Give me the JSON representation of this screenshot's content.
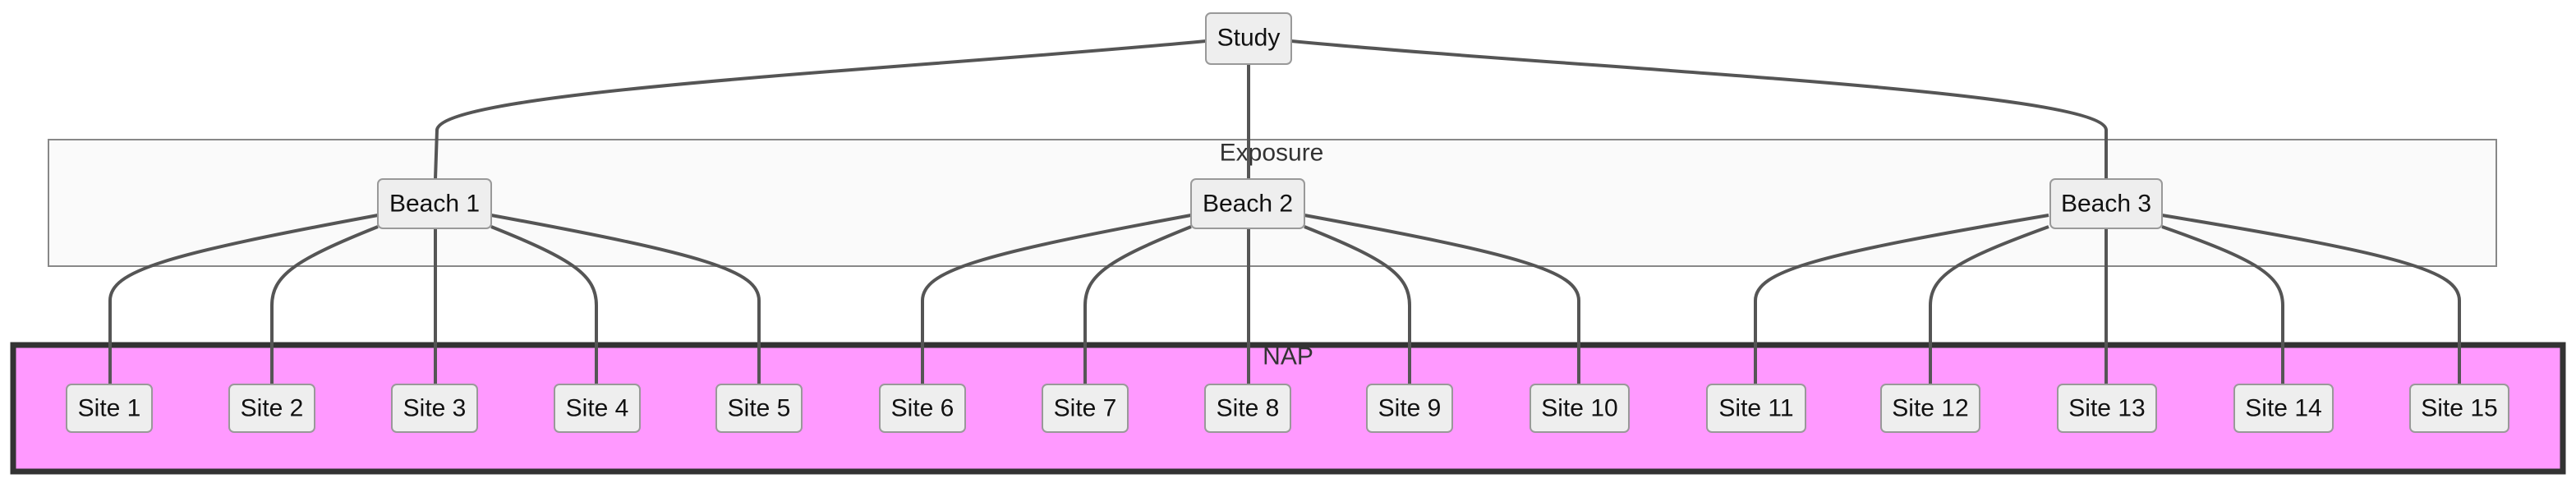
{
  "clusters": {
    "exposure": "Exposure",
    "nap": "NAP"
  },
  "root": "Study",
  "beaches": [
    "Beach 1",
    "Beach 2",
    "Beach 3"
  ],
  "sites": [
    "Site 1",
    "Site 2",
    "Site 3",
    "Site 4",
    "Site 5",
    "Site 6",
    "Site 7",
    "Site 8",
    "Site 9",
    "Site 10",
    "Site 11",
    "Site 12",
    "Site 13",
    "Site 14",
    "Site 15"
  ],
  "colors": {
    "nap_fill": "#ff99ff",
    "node_fill": "#eeeeee",
    "edge": "#555555"
  }
}
